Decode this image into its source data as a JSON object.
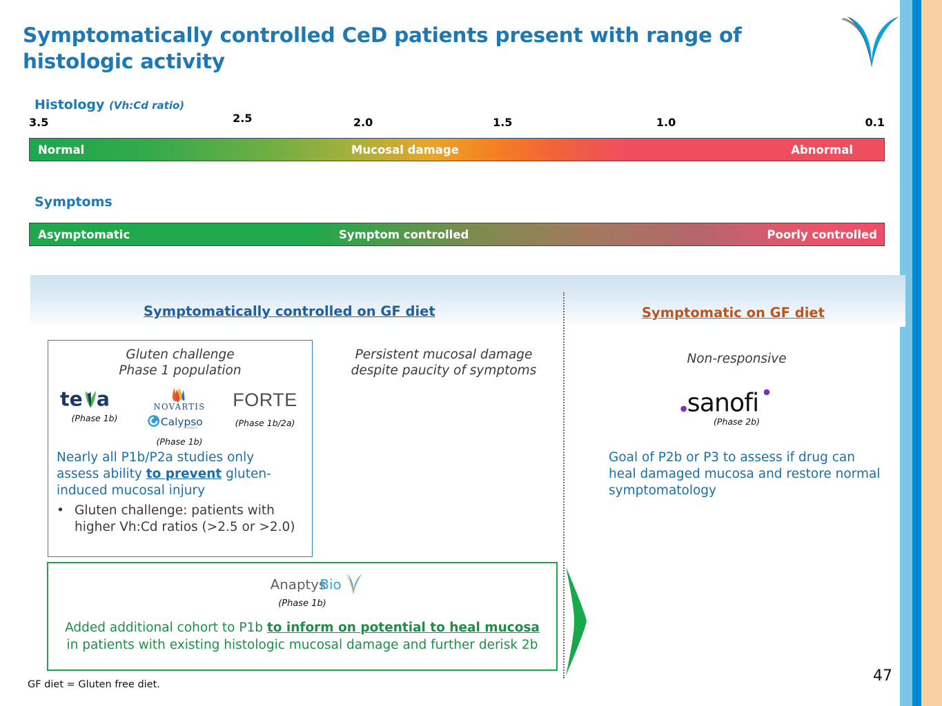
{
  "slide": {
    "title": "Symptomatically controlled CeD patients present with range of histologic activity",
    "page_number": "47",
    "footnote": "GF diet = Gluten free diet.",
    "accent_blue": "#1F78B4",
    "accent_orange": "#BF5419",
    "accent_green": "#1B8F46"
  },
  "histology": {
    "label": "Histology",
    "sublabel": "(Vh:Cd ratio)",
    "ticks": [
      {
        "value": "3.5",
        "left_pct": 0.0
      },
      {
        "value": "2.5",
        "left_pct": 23.8
      },
      {
        "value": "2.0",
        "left_pct": 37.9
      },
      {
        "value": "1.5",
        "left_pct": 54.2
      },
      {
        "value": "1.0",
        "left_pct": 73.3
      },
      {
        "value": "0.1",
        "left_pct": 97.3
      }
    ],
    "bar_labels": {
      "left": "Normal",
      "center": "Mucosal damage",
      "right": "Abnormal"
    },
    "gradient_stops": [
      "#1BA84E",
      "#A8B03C",
      "#F58220",
      "#EF4E5E"
    ]
  },
  "symptoms": {
    "label": "Symptoms",
    "bar_labels": {
      "left": "Asymptomatic",
      "center": "Symptom controlled",
      "right": "Poorly controlled"
    },
    "gradient_stops": [
      "#21A84C",
      "#7D8B4E",
      "#B5676B",
      "#EE4E68"
    ]
  },
  "columns": {
    "left": {
      "heading": "Symptomatically controlled on GF diet",
      "caption": "Gluten challenge\nPhase 1 population",
      "side_caption": "Persistent mucosal damage despite paucity of symptoms",
      "logos": [
        {
          "name": "teva",
          "wordmark": "teva",
          "phase": "(Phase 1b)"
        },
        {
          "name": "novartis-calypso",
          "wordmark": "NOVARTIS",
          "wordmark2": "Calypso",
          "wordmark3": "biotech",
          "phase": "(Phase 1b)"
        },
        {
          "name": "forte",
          "wordmark": "FORTE",
          "phase": "(Phase 1b/2a)"
        }
      ],
      "paragraph_pre": "Nearly all P1b/P2a studies only assess ability ",
      "paragraph_bold": "to prevent",
      "paragraph_post": " gluten-induced mucosal injury",
      "bullet_marker": "•",
      "bullet_text": "Gluten challenge: patients with higher Vh:Cd ratios (>2.5 or >2.0)"
    },
    "right": {
      "heading": "Symptomatic on GF diet",
      "caption": "Non-responsive",
      "logo": {
        "name": "sanofi",
        "wordmark": "sanofi",
        "phase": "(Phase 2b)"
      },
      "paragraph": "Goal of P2b or P3 to assess if drug can heal damaged mucosa and restore normal symptomatology"
    }
  },
  "green_box": {
    "logo_wordmark_1": "Anaptys",
    "logo_wordmark_2": "Bio",
    "phase": "(Phase 1b)",
    "text_pre": "Added additional cohort to P1b ",
    "text_bold": "to inform on potential to heal mucosa",
    "text_post": " in patients with existing histologic mucosal damage and further derisk 2b"
  }
}
